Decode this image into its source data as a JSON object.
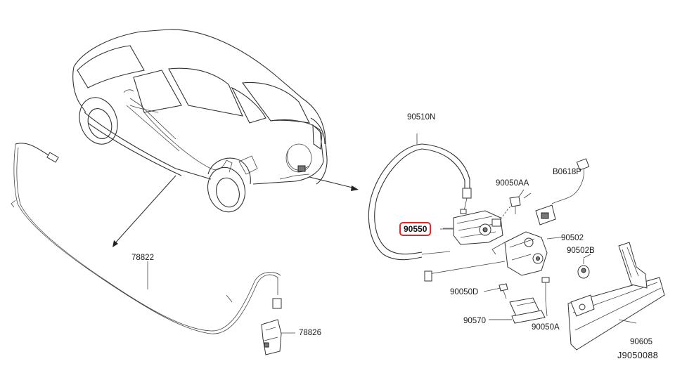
{
  "labels": {
    "p90510N": "90510N",
    "pB0618P": "B0618P",
    "p90050AA": "90050AA",
    "p90550": "90550",
    "p90502": "90502",
    "p90502B": "90502B",
    "p78822": "78822",
    "p78826": "78826",
    "p90050D": "90050D",
    "p90570": "90570",
    "p90050A": "90050A",
    "p90605": "90605",
    "diagram_code": "J9050088"
  },
  "highlight_color": "#e0262d"
}
